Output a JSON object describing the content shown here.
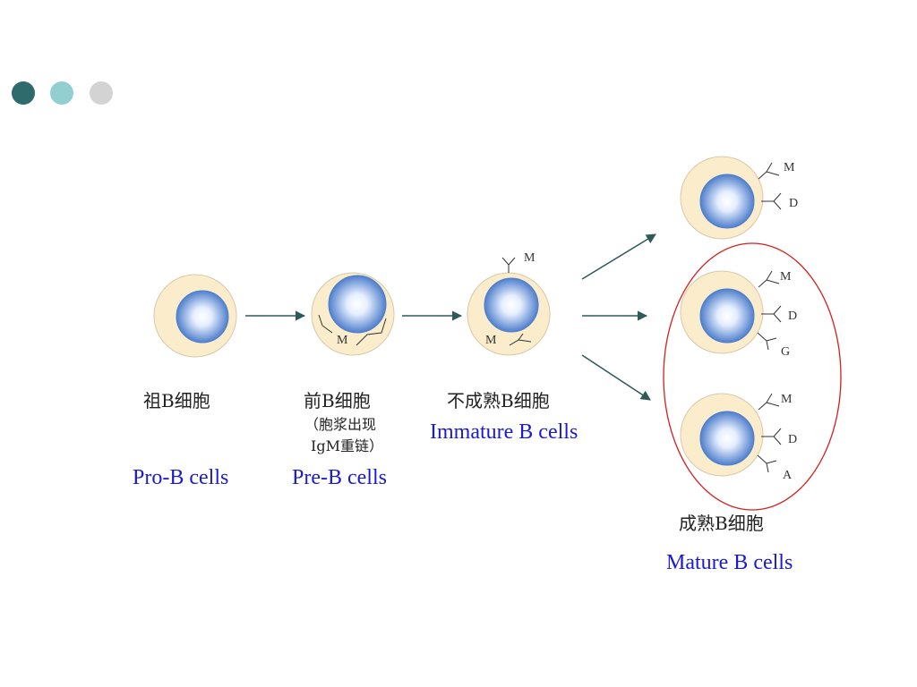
{
  "decor": {
    "dot_colors": [
      "#2f6a6c",
      "#93cfd0",
      "#d3d3d3"
    ]
  },
  "colors": {
    "cell_outer": "#fbeccb",
    "nucleus_light": "#ffffff",
    "nucleus_dark": "#4f7fcc",
    "arrow": "#2f5a58",
    "highlight_ellipse": "#d42020",
    "english_label": "#1a1ad0"
  },
  "stages": [
    {
      "id": "pro_b",
      "zh": "祖B细胞",
      "en": "Pro-B cells",
      "receptors": []
    },
    {
      "id": "pre_b",
      "zh": "前B细胞",
      "zh_note": [
        "（胞浆出现",
        "IgM重链）"
      ],
      "en": "Pre-B cells",
      "receptors": [
        "M"
      ]
    },
    {
      "id": "immature_b",
      "zh": "不成熟B细胞",
      "en": "Immature B cells",
      "receptors": [
        "M",
        "M"
      ]
    },
    {
      "id": "mature_b",
      "zh": "成熟B细胞",
      "en": "Mature B cells",
      "cells": [
        {
          "receptors": [
            "M",
            "D"
          ]
        },
        {
          "receptors": [
            "M",
            "D",
            "G"
          ]
        },
        {
          "receptors": [
            "M",
            "D",
            "A"
          ]
        }
      ]
    }
  ]
}
